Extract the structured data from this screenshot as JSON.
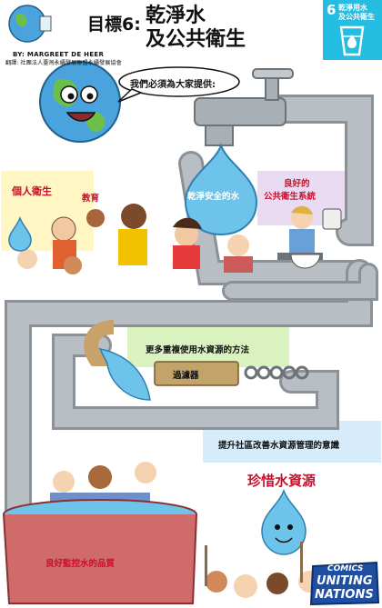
{
  "title_prefix": "目標6:",
  "title_line1": "乾淨水",
  "title_line2": "及公共衛生",
  "byline": "BY: MARGREET DE HEER",
  "credit": "翻譯: 社團法人臺灣永續發展聯盟永續發展協會",
  "sdg_badge": {
    "number": "6",
    "name_line1": "乾淨用水",
    "name_line2": "及公共衛生",
    "color": "#26bde2",
    "icon": "water-glass-icon"
  },
  "speech_bubble": "我們必須為大家提供:",
  "labels": {
    "clean_water": "乾淨安全的水",
    "personal_hygiene": "個人衛生",
    "education": "教育",
    "sanitation_line1": "良好的",
    "sanitation_line2": "公共衛生系統",
    "reuse": "更多重複使用水資源的方法",
    "filter": "過濾器",
    "community": "提升社區改善水資源管理的意識",
    "cherish": "珍惜水資源",
    "monitor": "良好監控水的品質"
  },
  "logo": {
    "line1": "COMICS",
    "line2": "UNITING",
    "line3": "NATIONS"
  },
  "colors": {
    "label_red": "#c8102e",
    "pipe": "#a8afb5",
    "water": "#6ec3ea",
    "panel_yellow": "#fff6c4",
    "panel_green": "#d9f2c0",
    "panel_purple": "#e9dcf2",
    "panel_blue": "#d6ecfb",
    "tub": "#cf6b6b"
  }
}
